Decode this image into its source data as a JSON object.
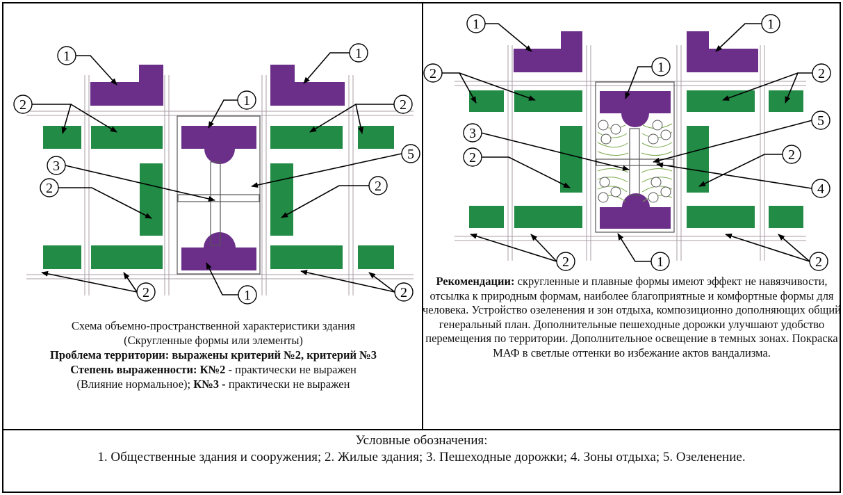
{
  "colors": {
    "public_building": "#6b2f8a",
    "residential": "#228b45",
    "lines": "#000000",
    "grid": "#a89ca4",
    "greenery_lines": "#7aa84a"
  },
  "callout_numbers": {
    "n1": "1",
    "n2": "2",
    "n3": "3",
    "n4": "4",
    "n5": "5"
  },
  "left_caption": {
    "line1": "Схема объемно-пространственной характеристики здания",
    "line2": "(Скругленные формы или элементы)",
    "problem_label": "Проблема территории: выражены критерий №2, критерий №3",
    "degree_label": "Степень выраженности: К№2 -",
    "degree_text1": " практически не выражен",
    "degree_text2": "(Влияние нормальное);",
    "degree_label2": " К№3 -",
    "degree_text3": " практически не выражен"
  },
  "right_caption": {
    "label": "Рекомендации:",
    "text": " скругленные и плавные формы имеют эффект не навязчивости, отсылка к природным формам, наиболее благоприятные и комфортные формы для человека. Устройство озеленения и зон отдыха, композиционно дополняющих общий генеральный план. Дополнительные пешеходные дорожки улучшают удобство перемещения по территории. Дополнительное освещение в темных зонах. Покраска МАФ в светлые оттенки во избежание актов вандализма."
  },
  "legend": {
    "title": "Условные обозначения:",
    "items": "1. Общественные здания и сооружения; 2. Жилые здания; 3. Пешеходные дорожки; 4. Зоны отдыха; 5. Озеленение."
  }
}
